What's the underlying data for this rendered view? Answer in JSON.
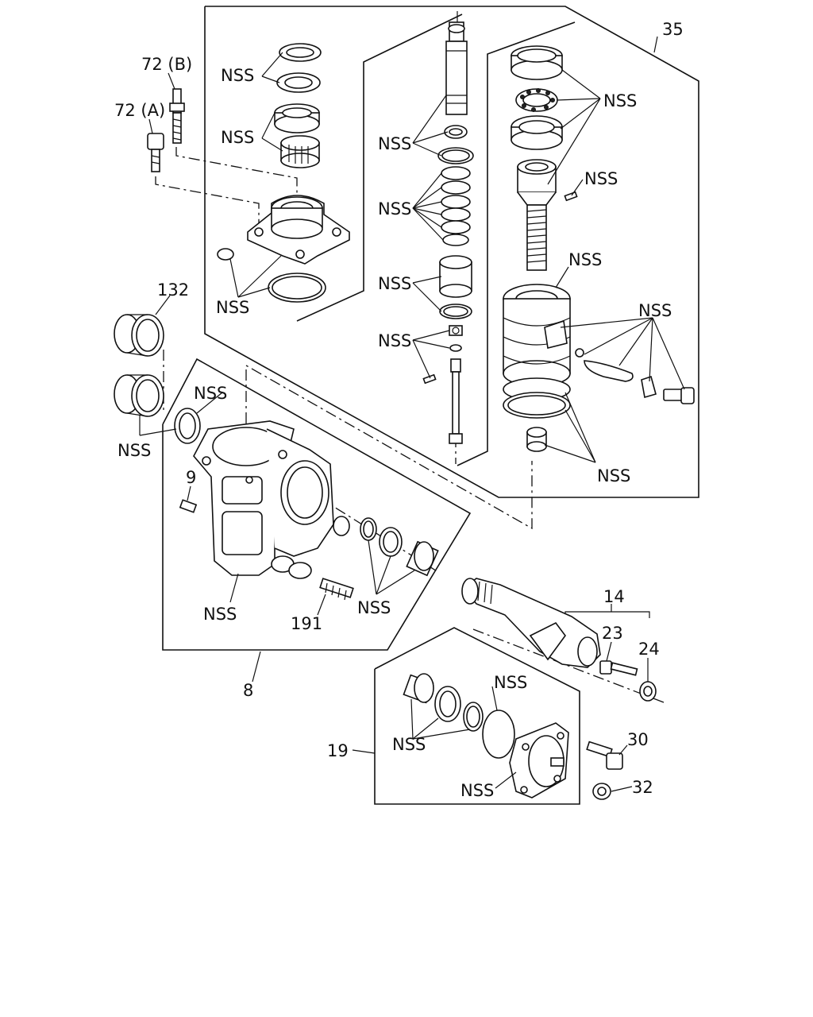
{
  "labels": {
    "l35": "35",
    "l72b": "72 (B)",
    "l72a": "72 (A)",
    "l132": "132",
    "l9": "9",
    "l191": "191",
    "l8": "8",
    "l14": "14",
    "l23": "23",
    "l24": "24",
    "l19": "19",
    "l30": "30",
    "l32": "32",
    "nss": "NSS"
  }
}
